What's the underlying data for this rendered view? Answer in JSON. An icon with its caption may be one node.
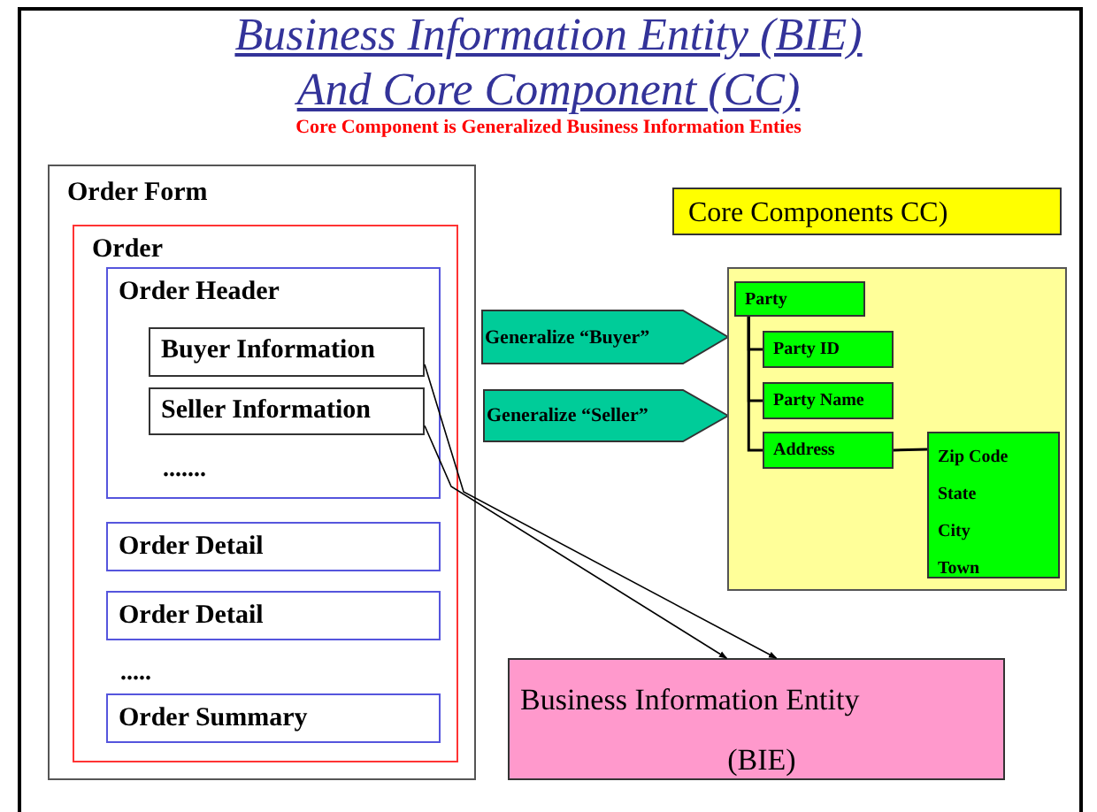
{
  "diagram": {
    "title": "Business Information Entity (BIE) And Core Component (CC)",
    "caption": "Core Component is Generalized Business Information Enties",
    "nodes": [
      {
        "text": [
          "Order Form"
        ]
      },
      {
        "text": [
          "Order"
        ],
        "in": 0
      },
      {
        "text": [
          "Order Header"
        ],
        "in": 1
      },
      {
        "text": [
          "Buyer Information"
        ],
        "in": 2
      },
      {
        "text": [
          "Seller Information"
        ],
        "in": 2
      },
      {
        "text": [
          "Order Detail"
        ],
        "in": 1
      },
      {
        "text": [
          "Order Detail"
        ],
        "in": 1
      },
      {
        "text": [
          "Order Summary"
        ],
        "in": 1
      },
      {
        "text": [
          "Core Components CC)"
        ]
      },
      {
        "text": [
          "Generalize “Buyer”"
        ]
      },
      {
        "text": [
          "Generalize “Seller”"
        ]
      },
      {
        "text": [],
        "shape": "box"
      },
      {
        "text": [
          "Party"
        ],
        "in": 11
      },
      {
        "text": [
          "Party ID"
        ],
        "in": 11
      },
      {
        "text": [
          "Party Name"
        ],
        "in": 11
      },
      {
        "text": [
          "Address"
        ],
        "in": 11
      },
      {
        "text": [
          "Zip Code",
          "State",
          "City",
          "Town"
        ],
        "in": 11
      },
      {
        "text": [
          "Business Information Entity",
          "(BIE)"
        ]
      }
    ],
    "edges": [
      {
        "from": 3,
        "to": 17,
        "arrow": "to"
      },
      {
        "from": 4,
        "to": 17,
        "arrow": "to"
      },
      {
        "from": 12,
        "to": 13,
        "arrow": "none"
      },
      {
        "from": 12,
        "to": 14,
        "arrow": "none"
      },
      {
        "from": 12,
        "to": 15,
        "arrow": "none"
      },
      {
        "from": 15,
        "to": 16,
        "arrow": "none"
      }
    ],
    "labels": [
      ".......",
      "....."
    ]
  }
}
